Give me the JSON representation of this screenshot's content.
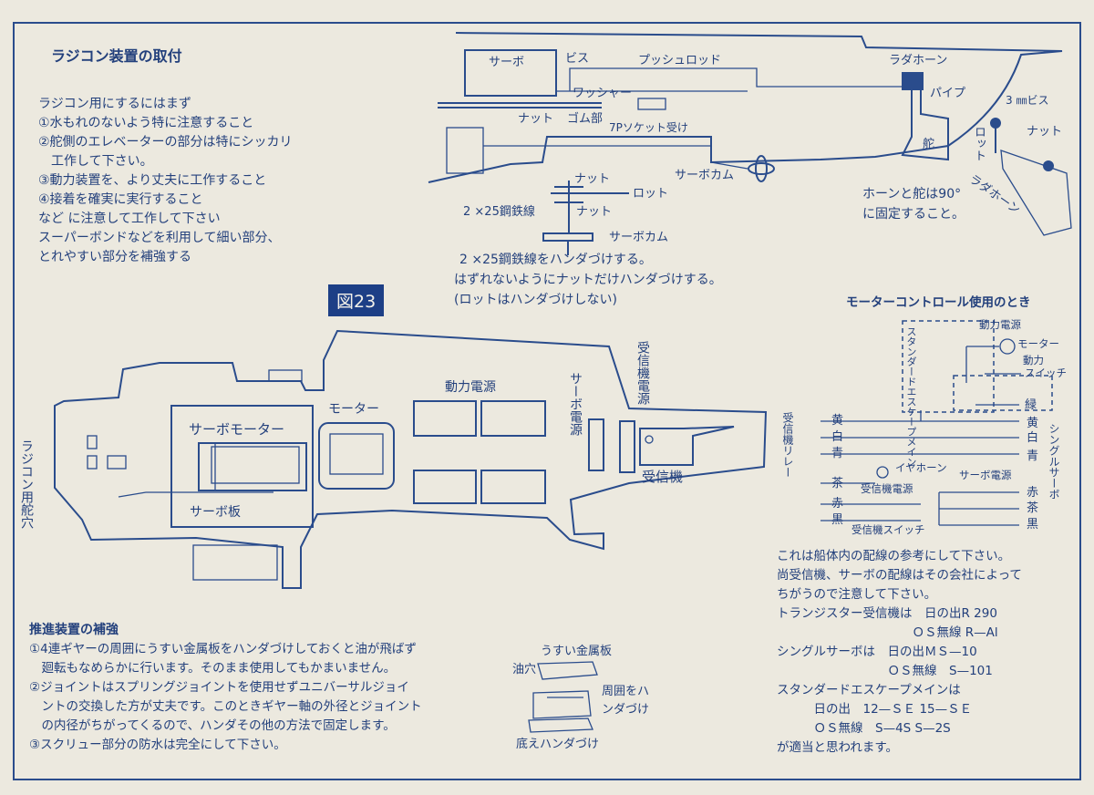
{
  "rc_section": {
    "title": "ラジコン装置の取付",
    "intro": "ラジコン用にするにはまず",
    "items": [
      "①水もれのないよう特に注意すること",
      "②舵側のエレベーターの部分は特にシッカリ",
      "　工作して下さい。",
      "③動力装置を、より丈夫に工作すること",
      "④接着を確実に実行すること",
      "など に注意して工作して下さい",
      "スーパーボンドなどを利用して細い部分、",
      "とれやすい部分を補強する"
    ]
  },
  "top_diagram": {
    "servo": "サーボ",
    "screw": "ビス",
    "push_rod": "プッシュロッド",
    "rudder_horn": "ラダホーン",
    "pipe": "パイプ",
    "washer": "ワッシャー",
    "nut": "ナット",
    "rubber": "ゴム部",
    "socket": "7Pソケット受け",
    "servo_cam": "サーボカム",
    "rudder": "舵",
    "screw_3mm": "3 ㎜ビス",
    "nut2": "ナット",
    "rod": "ロット",
    "rudder_horn2": "ラダホーン",
    "horn_note_1": "ホーンと舵は90°",
    "horn_note_2": "に固定すること。"
  },
  "cam_detail": {
    "nut_top": "ナット",
    "rod": "ロット",
    "wire": "2 ×25鋼鉄線",
    "nut_bottom": "ナット",
    "servo_cam": "サーボカム",
    "note_1": "2 ×25鋼鉄線をハンダづけする。",
    "note_2": "はずれないようにナットだけハンダづけする。",
    "note_3": "(ロットはハンダづけしない)"
  },
  "figure_label": "図23",
  "hull_plan": {
    "rc_rudder_hole": "ラジコン用舵穴",
    "servo_motor": "サーボモーター",
    "servo_board": "サーボ板",
    "motor": "モーター",
    "power_source": "動力電源",
    "servo_power": "サーボ電源",
    "receiver_power": "受信機電源",
    "receiver": "受信機"
  },
  "wiring": {
    "title": "モーターコントロール使用のとき",
    "standard_escape": "スタンダードエスケープメイン",
    "power": "動力電源",
    "motor": "モーター",
    "power_switch_1": "動力",
    "power_switch_2": "スイッチ",
    "green": "緑",
    "yellow": "黄",
    "white": "白",
    "blue": "青",
    "relay": "受信機リレー",
    "single_servo": "シングルサーボ",
    "brown": "茶",
    "red": "赤",
    "black": "黒",
    "earphone": "イヤホーン",
    "receiver_power": "受信機電源",
    "receiver_switch": "受信機スイッチ",
    "servo_power": "サーボ電源"
  },
  "wiring_notes": [
    "これは船体内の配線の参考にして下さい。",
    "尚受信機、サーボの配線はその会社によって",
    "ちがうので注意して下さい。",
    "トランジスター受信機は　日の出R 290",
    "　　　　　　　　　　　ＯＳ無線 R—Al",
    "シングルサーボは　日の出ＭＳ—10",
    "　　　　　　　　　ＯＳ無線　S—101",
    "スタンダードエスケープメインは",
    "　　　日の出　12—ＳＥ  15—ＳＥ",
    "　　　ＯＳ無線　S—4S  S—2S",
    "が適当と思われます。"
  ],
  "propulsion": {
    "title": "推進装置の補強",
    "items": [
      "①4連ギヤーの周囲にうすい金属板をハンダづけしておくと油が飛ばず",
      "　廻転もなめらかに行います。そのまま使用してもかまいません。",
      "②ジョイントはスプリングジョイントを使用せずユニバーサルジョイ",
      "　ントの交換した方が丈夫です。このときギヤー軸の外径とジョイント",
      "　の内径がちがってくるので、ハンダその他の方法で固定します。",
      "③スクリュー部分の防水は完全にして下さい。"
    ]
  },
  "gear_detail": {
    "thin_plate": "うすい金属板",
    "oil_hole": "油穴",
    "solder_1": "周囲をハ",
    "solder_2": "ンダづけ",
    "base_solder": "底えハンダづけ"
  }
}
